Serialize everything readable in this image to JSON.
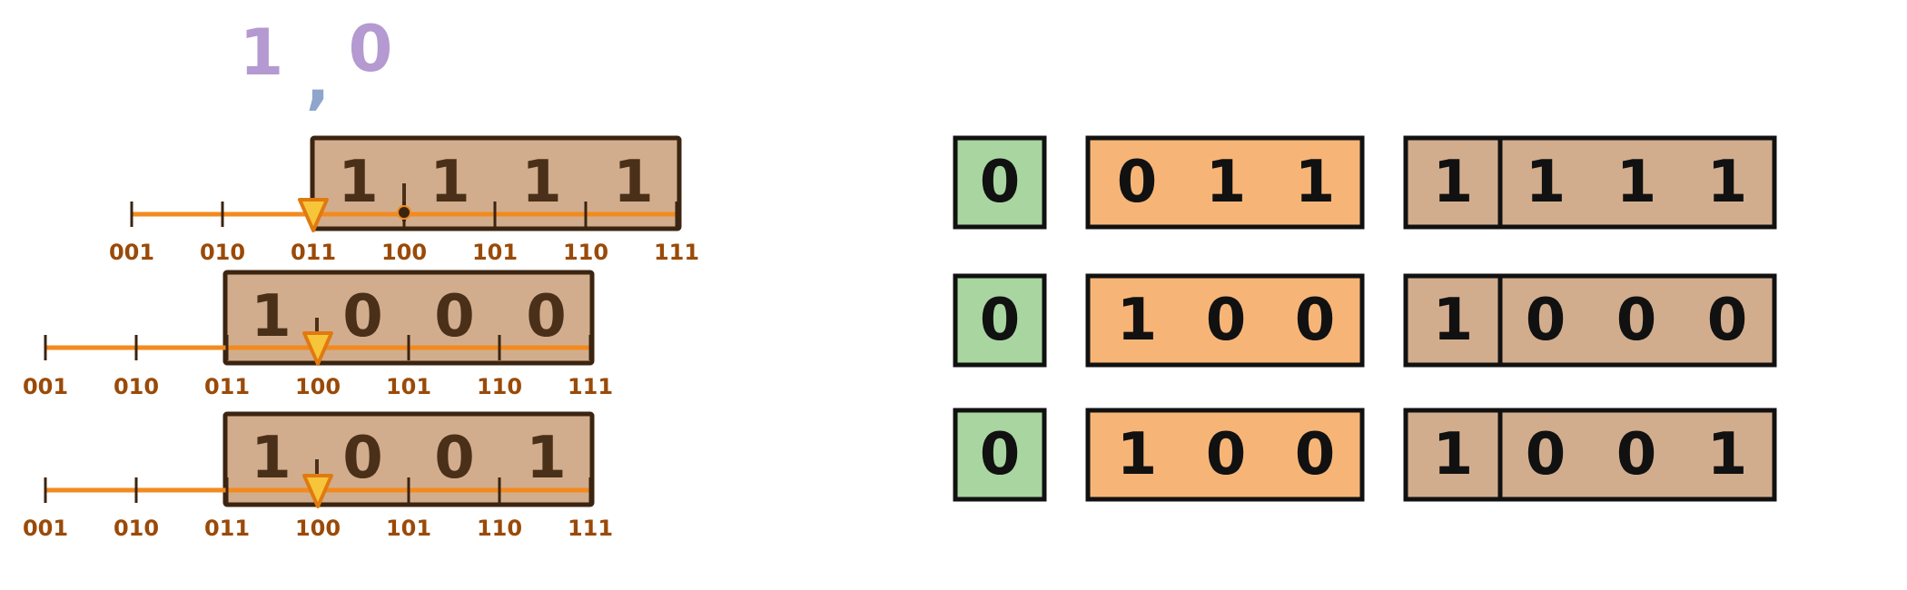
{
  "colors": {
    "ink": "#111111",
    "box_ink": "#3b2410",
    "digit_ink": "#4a3018",
    "tan": "#d2ad8d",
    "orange": "#f6b577",
    "green": "#a8d5a0",
    "number_line": "#f28a1e",
    "tick_label": "#9a4a08",
    "marker_fill": "#f7c53a",
    "marker_stroke": "#e07a10",
    "title_purple": "#b49ad0",
    "comma_blue": "#8ea5cc"
  },
  "header": {
    "left": "1",
    "separator": ",",
    "right": "0"
  },
  "left_rows": [
    {
      "digits": [
        "1",
        "1",
        "1",
        "1"
      ],
      "ticks": [
        "001",
        "010",
        "011",
        "100",
        "101",
        "110",
        "111"
      ],
      "marker_at": "011"
    },
    {
      "digits": [
        "1",
        "0",
        "0",
        "0"
      ],
      "ticks": [
        "001",
        "010",
        "011",
        "100",
        "101",
        "110",
        "111"
      ],
      "marker_at": "100"
    },
    {
      "digits": [
        "1",
        "0",
        "0",
        "1"
      ],
      "ticks": [
        "001",
        "010",
        "011",
        "100",
        "101",
        "110",
        "111"
      ],
      "marker_at": "100"
    }
  ],
  "right_rows": [
    {
      "sign": "0",
      "exponent": [
        "0",
        "1",
        "1"
      ],
      "mantissa_lead": "1",
      "mantissa": [
        "1",
        "1",
        "1"
      ]
    },
    {
      "sign": "0",
      "exponent": [
        "1",
        "0",
        "0"
      ],
      "mantissa_lead": "1",
      "mantissa": [
        "0",
        "0",
        "0"
      ]
    },
    {
      "sign": "0",
      "exponent": [
        "1",
        "0",
        "0"
      ],
      "mantissa_lead": "1",
      "mantissa": [
        "0",
        "0",
        "1"
      ]
    }
  ]
}
